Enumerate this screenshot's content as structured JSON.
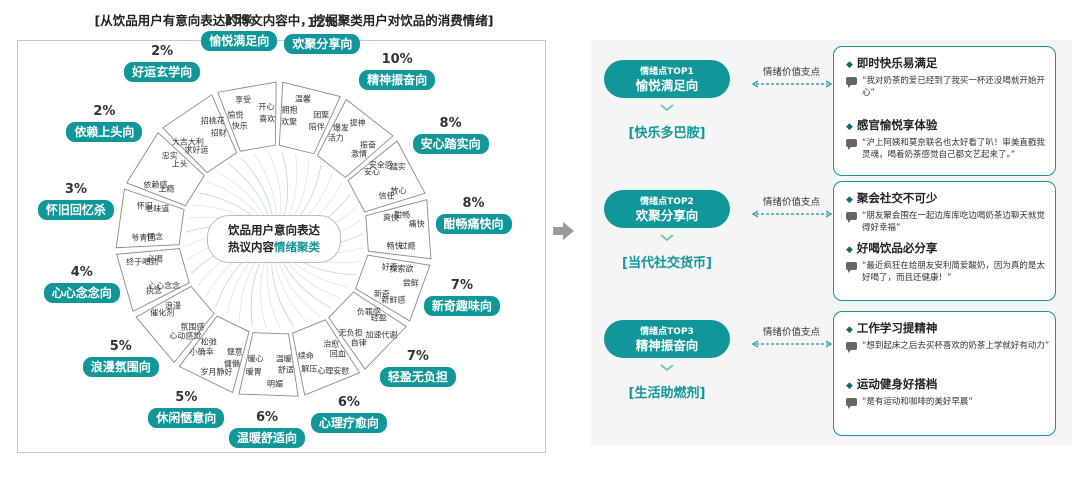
{
  "title": "[从饮品用户有意向表达的博文内容中，挖掘聚类用户对饮品的消费情绪]",
  "wheel": {
    "center_line1": "饮品用户意向表达",
    "center_line2_prefix": "热议内容",
    "center_line2_highlight": "情绪聚类",
    "accent_color": "#11979a",
    "segments": [
      {
        "name": "愉悦满足向",
        "percent": "15%",
        "words": [
          "快乐",
          "喜欢",
          "愉悦",
          "开心",
          "享受"
        ]
      },
      {
        "name": "欢聚分享向",
        "percent": "12%",
        "words": [
          "欢聚",
          "陪伴",
          "拥抱",
          "团聚",
          "温馨"
        ]
      },
      {
        "name": "精神振奋向",
        "percent": "10%",
        "words": [
          "活力",
          "激情",
          "爆发",
          "振奋",
          "提神"
        ]
      },
      {
        "name": "安心踏实向",
        "percent": "8%",
        "words": [
          "安心",
          "信任",
          "安全感",
          "放心",
          "踏实"
        ]
      },
      {
        "name": "酣畅痛快向",
        "percent": "8%",
        "words": [
          "爽快",
          "畅快",
          "酣畅",
          "过瘾",
          "痛快"
        ]
      },
      {
        "name": "新奇趣味向",
        "percent": "7%",
        "words": [
          "好奇",
          "新奇",
          "探索欲",
          "新鲜感",
          "尝鲜"
        ]
      },
      {
        "name": "轻盈无负担",
        "percent": "7%",
        "words": [
          "负罪感",
          "无负担",
          "轻盈",
          "自律",
          "加速代谢"
        ]
      },
      {
        "name": "心理疗愈向",
        "percent": "6%",
        "words": [
          "治愈",
          "续命",
          "回血",
          "解压",
          "心理安慰"
        ]
      },
      {
        "name": "温暖舒适向",
        "percent": "6%",
        "words": [
          "温暖",
          "暖心",
          "舒适",
          "暖胃",
          "明媚"
        ]
      },
      {
        "name": "休闲惬意向",
        "percent": "5%",
        "words": [
          "惬意",
          "松弛",
          "慵懒",
          "小确幸",
          "岁月静好"
        ]
      },
      {
        "name": "浪漫氛围向",
        "percent": "5%",
        "words": [
          "氛围感",
          "浪漫",
          "心动感觉",
          "催化剂"
        ]
      },
      {
        "name": "心心念念向",
        "percent": "4%",
        "words": [
          "心心念念",
          "必喝",
          "执念",
          "终于喝到"
        ]
      },
      {
        "name": "怀旧回忆杀",
        "percent": "3%",
        "words": [
          "怀念",
          "老味道",
          "爷青回",
          "怀旧"
        ]
      },
      {
        "name": "依赖上头向",
        "percent": "2%",
        "words": [
          "上瘾",
          "上头",
          "依赖感",
          "忠实"
        ]
      },
      {
        "name": "好运玄学向",
        "percent": "2%",
        "words": [
          "求好运",
          "招财",
          "大吉大利",
          "招桃花"
        ]
      }
    ]
  },
  "right": {
    "value_label": "情绪价值支点",
    "groups": [
      {
        "rank": "情绪点TOP1",
        "name": "愉悦满足向",
        "category": "[快乐多巴胺]",
        "points": [
          {
            "title": "即时快乐易满足",
            "quote": "“我对奶茶的爱已经到了我买一杯还没喝就开始开心”"
          },
          {
            "title": "感官愉悦享体验",
            "quote": "“沪上阿姨和莫奈联名也太好看了叭！审美直戳我灵魂，喝着奶茶感觉自己都文艺起来了。”"
          }
        ]
      },
      {
        "rank": "情绪点TOP2",
        "name": "欢聚分享向",
        "category": "[当代社交货币]",
        "points": [
          {
            "title": "聚会社交不可少",
            "quote": "“朋友聚会围在一起边库库吃边喝奶茶边聊天就觉得好幸福”"
          },
          {
            "title": "好喝饮品必分享",
            "quote": "“最近疯狂在给朋友安利简爱酸奶，因为真的是太好喝了，而且还健康！”"
          }
        ]
      },
      {
        "rank": "情绪点TOP3",
        "name": "精神振奋向",
        "category": "[生活助燃剂]",
        "points": [
          {
            "title": "工作学习提精神",
            "quote": "“想到起床之后去买杯喜欢的奶茶上学就好有动力”"
          },
          {
            "title": "运动健身好搭档",
            "quote": "“是有运动和咖啡的美好早晨”"
          }
        ]
      }
    ]
  }
}
